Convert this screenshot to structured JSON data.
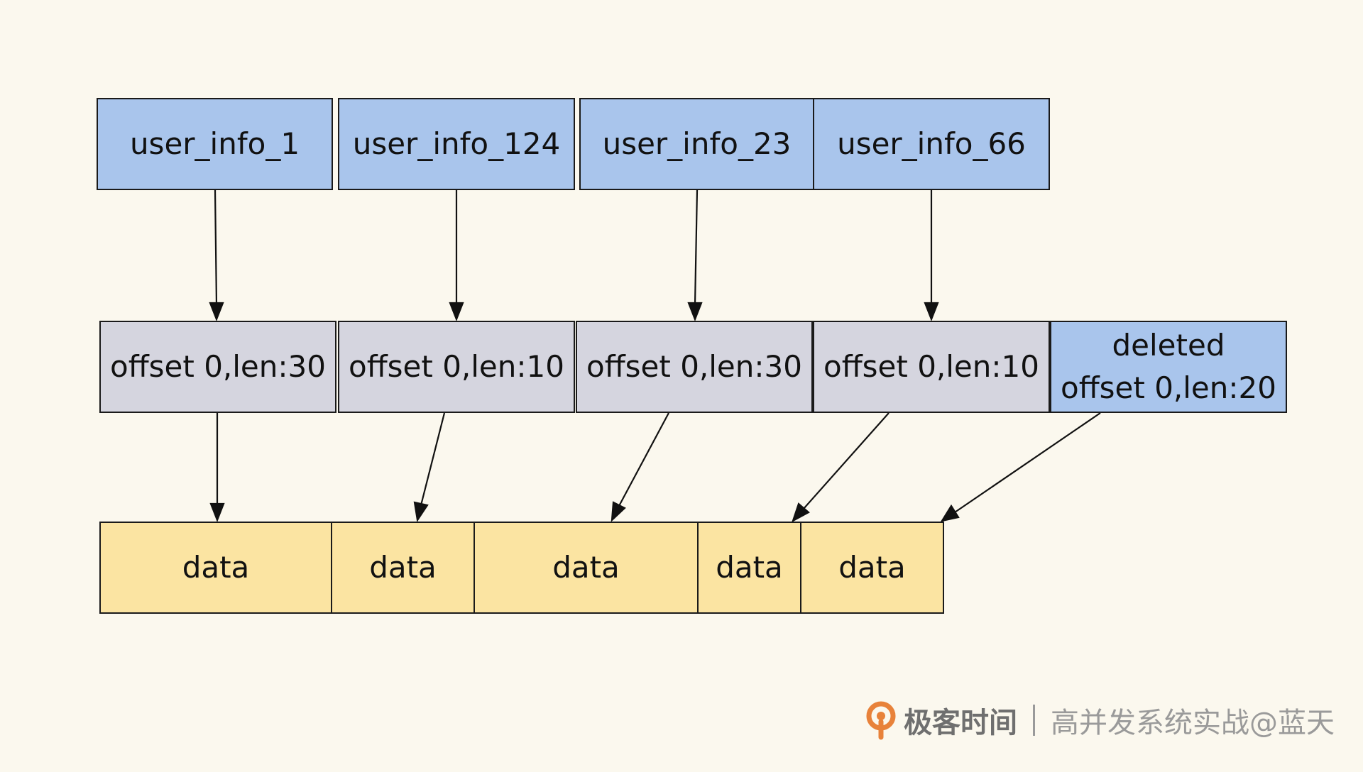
{
  "keys": [
    "user_info_1",
    "user_info_124",
    "user_info_23",
    "user_info_66"
  ],
  "index_entries": [
    "offset 0,len:30",
    "offset 0,len:10",
    "offset 0,len:30",
    "offset 0,len:10"
  ],
  "deleted_entry": {
    "line1": "deleted",
    "line2": "offset 0,len:20"
  },
  "data_blocks": [
    "data",
    "data",
    "data",
    "data",
    "data"
  ],
  "footer": {
    "logo_icon": "geektime-logo-icon",
    "brand": "极客时间",
    "course": "高并发系统实战@蓝天"
  },
  "colors": {
    "key_fill": "#a9c5ec",
    "index_fill": "#d5d5df",
    "data_fill": "#fbe4a2",
    "background": "#fbf8ee"
  }
}
